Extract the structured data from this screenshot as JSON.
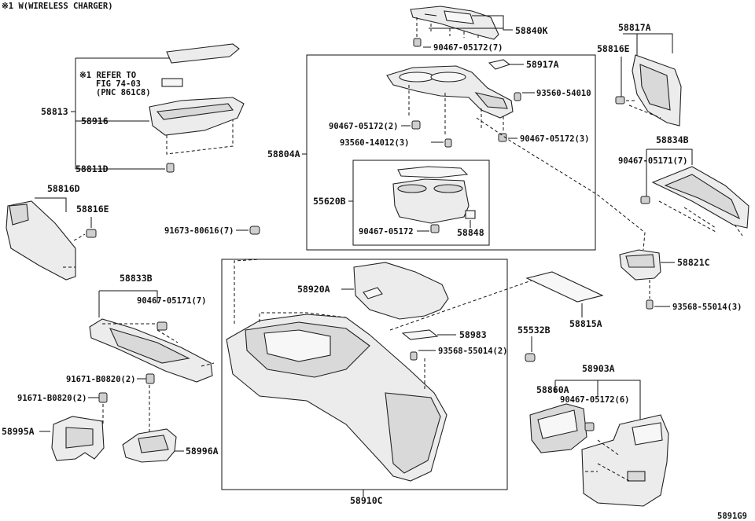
{
  "header_note": "※1 W(WIRELESS CHARGER)",
  "refer_note": [
    "※1 REFER TO",
    "FIG 74-03",
    "(PNC 861C8)"
  ],
  "footer_code": "5891G9",
  "labels": {
    "p58840K": "58840K",
    "p90467_05172_7": "90467-05172(7)",
    "p58817A": "58817A",
    "p58816E_top": "58816E",
    "p58917A": "58917A",
    "p93560_54010": "93560-54010",
    "p58813": "58813",
    "p58916": "58916",
    "p90467_05172_2": "90467-05172(2)",
    "p90467_05172_3": "90467-05172(3)",
    "p93560_14012_3": "93560-14012(3)",
    "p58804A": "58804A",
    "p58834B": "58834B",
    "p90467_05171_7_right": "90467-05171(7)",
    "p58811D": "58811D",
    "p58816D": "58816D",
    "p58816E_left": "58816E",
    "p55620B": "55620B",
    "p90467_05172": "90467-05172",
    "p58848": "58848",
    "p91673_80616_7": "91673-80616(7)",
    "p58821C": "58821C",
    "p58833B": "58833B",
    "p58920A": "58920A",
    "p90467_05171_7_left": "90467-05171(7)",
    "p93568_55014_3": "93568-55014(3)",
    "p58815A": "58815A",
    "p58983": "58983",
    "p55532B": "55532B",
    "p93568_55014_2": "93568-55014(2)",
    "p58903A": "58903A",
    "p58860A": "58860A",
    "p90467_05172_6": "90467-05172(6)",
    "p91671_B0820_2_a": "91671-B0820(2)",
    "p91671_B0820_2_b": "91671-B0820(2)",
    "p58995A": "58995A",
    "p58996A": "58996A",
    "p58910C": "58910C"
  }
}
